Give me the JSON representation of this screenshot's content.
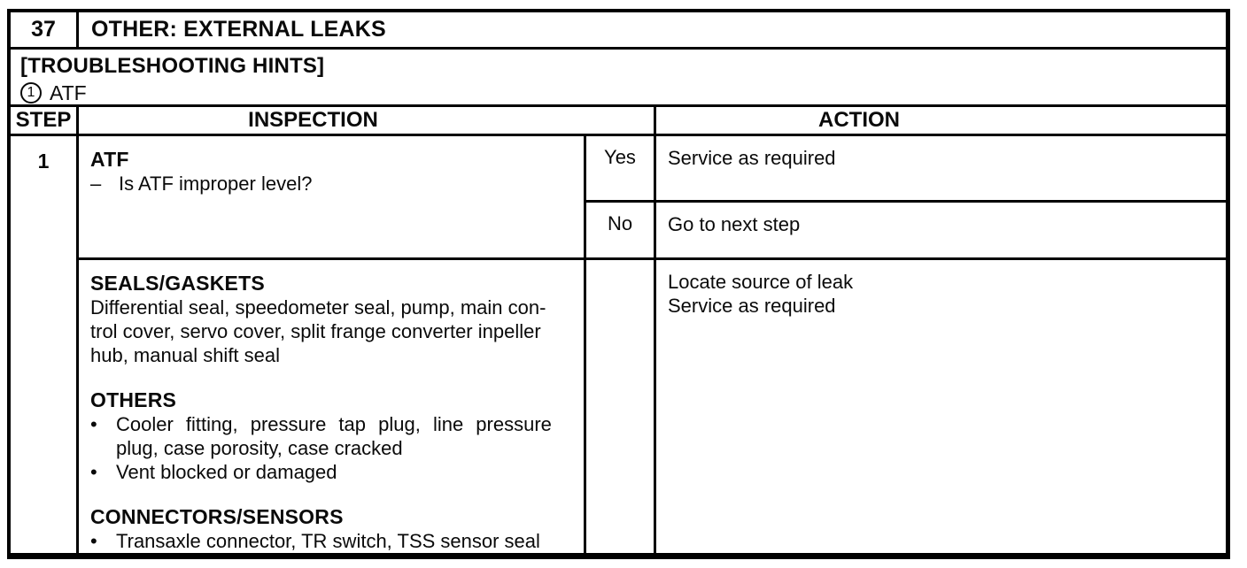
{
  "table": {
    "number": "37",
    "title": "OTHER: EXTERNAL LEAKS",
    "hints": {
      "header": "[TROUBLESHOOTING HINTS]",
      "item": {
        "num": "1",
        "label": "ATF"
      }
    },
    "columns": {
      "step": "STEP",
      "inspection": "INSPECTION",
      "action": "ACTION"
    },
    "step1": {
      "number": "1",
      "inspection_title": "ATF",
      "dash": "–",
      "question": "Is ATF improper level?",
      "yes": {
        "label": "Yes",
        "action": "Service as required"
      },
      "no": {
        "label": "No",
        "action": "Go to next step"
      }
    },
    "row2": {
      "seals": {
        "title": "SEALS/GASKETS",
        "lines": [
          "Differential seal, speedometer seal, pump, main con-",
          "trol cover, servo cover, split frange converter inpeller",
          "hub, manual shift seal"
        ]
      },
      "others": {
        "title": "OTHERS",
        "items": [
          {
            "lines": [
              "Cooler fitting, pressure tap plug, line pressure",
              "plug, case porosity, case cracked"
            ]
          },
          {
            "lines": [
              "Vent blocked or damaged"
            ]
          }
        ]
      },
      "connectors": {
        "title": "CONNECTORS/SENSORS",
        "items": [
          {
            "lines": [
              "Transaxle connector, TR switch, TSS sensor seal"
            ]
          }
        ]
      },
      "action_lines": [
        "Locate source of leak",
        "Service as required"
      ]
    },
    "ui": {
      "bullet": "•"
    }
  }
}
